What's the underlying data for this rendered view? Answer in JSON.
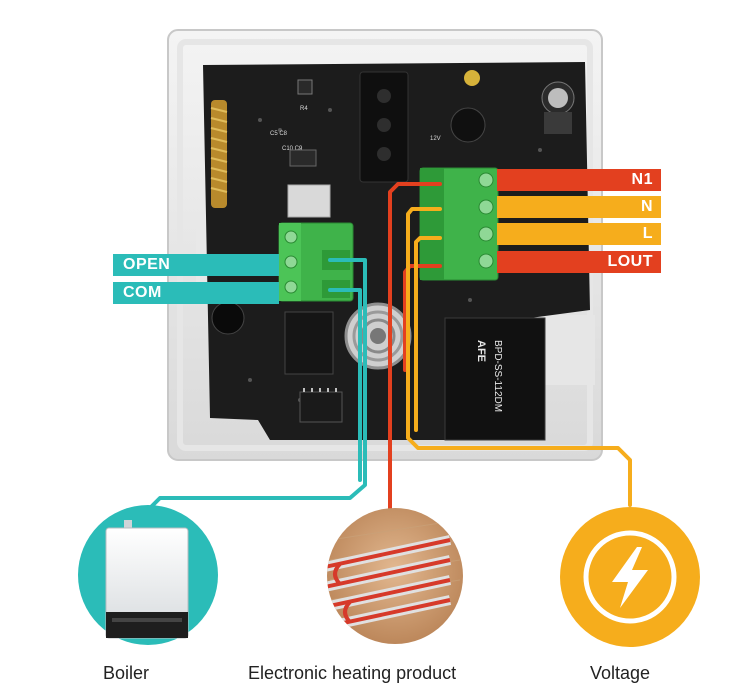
{
  "labels": {
    "open": "OPEN",
    "com": "COM",
    "n1": "N1",
    "n": "N",
    "l": "L",
    "lout": "LOUT"
  },
  "relay_text": {
    "brand": "AFE",
    "model": "BPD-SS-112DM"
  },
  "captions": {
    "boiler": "Boiler",
    "heating": "Electronic heating product",
    "voltage": "Voltage"
  },
  "colors": {
    "teal": "#2bbcb8",
    "red": "#e3401f",
    "yellow": "#f6ad1c",
    "terminal_green": "#3fb34a",
    "pcb": "#1c1c1c"
  }
}
